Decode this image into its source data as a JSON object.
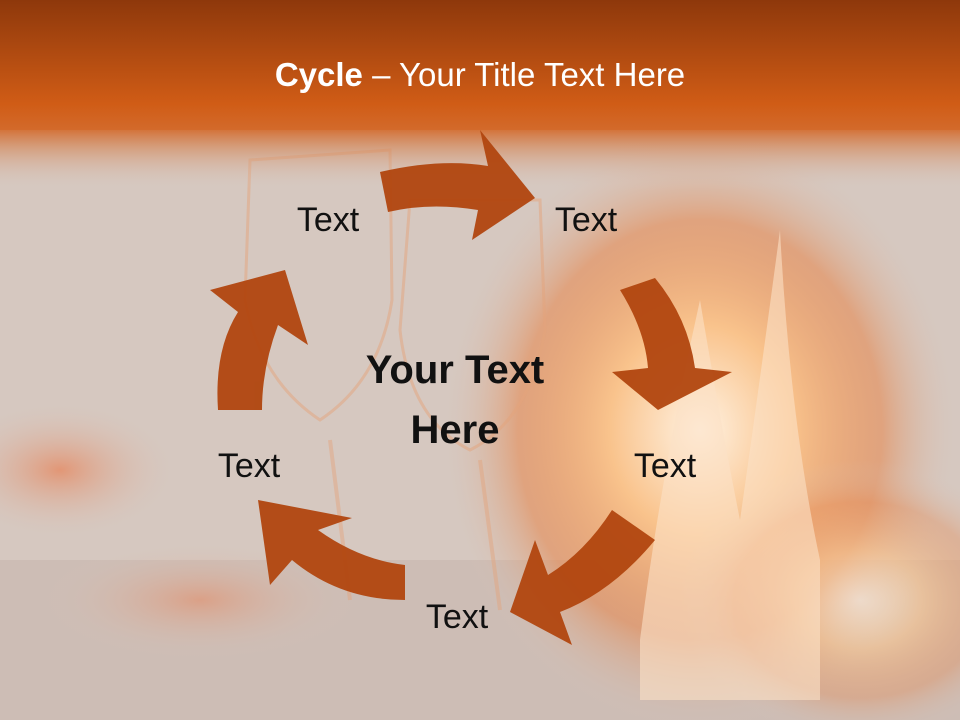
{
  "slide": {
    "title_bold": "Cycle",
    "title_rest": " – Your Title Text Here",
    "center_text": "Your Text Here",
    "labels": [
      "Text",
      "Text",
      "Text",
      "Text",
      "Text"
    ]
  },
  "colors": {
    "header_top": "#8f3a0c",
    "header_bottom": "#d3601a",
    "arrow": "#b1460f",
    "background": "#d7c9c1",
    "flame": "#f6a55d"
  },
  "icons": [
    "cycle-arrow-icon"
  ]
}
